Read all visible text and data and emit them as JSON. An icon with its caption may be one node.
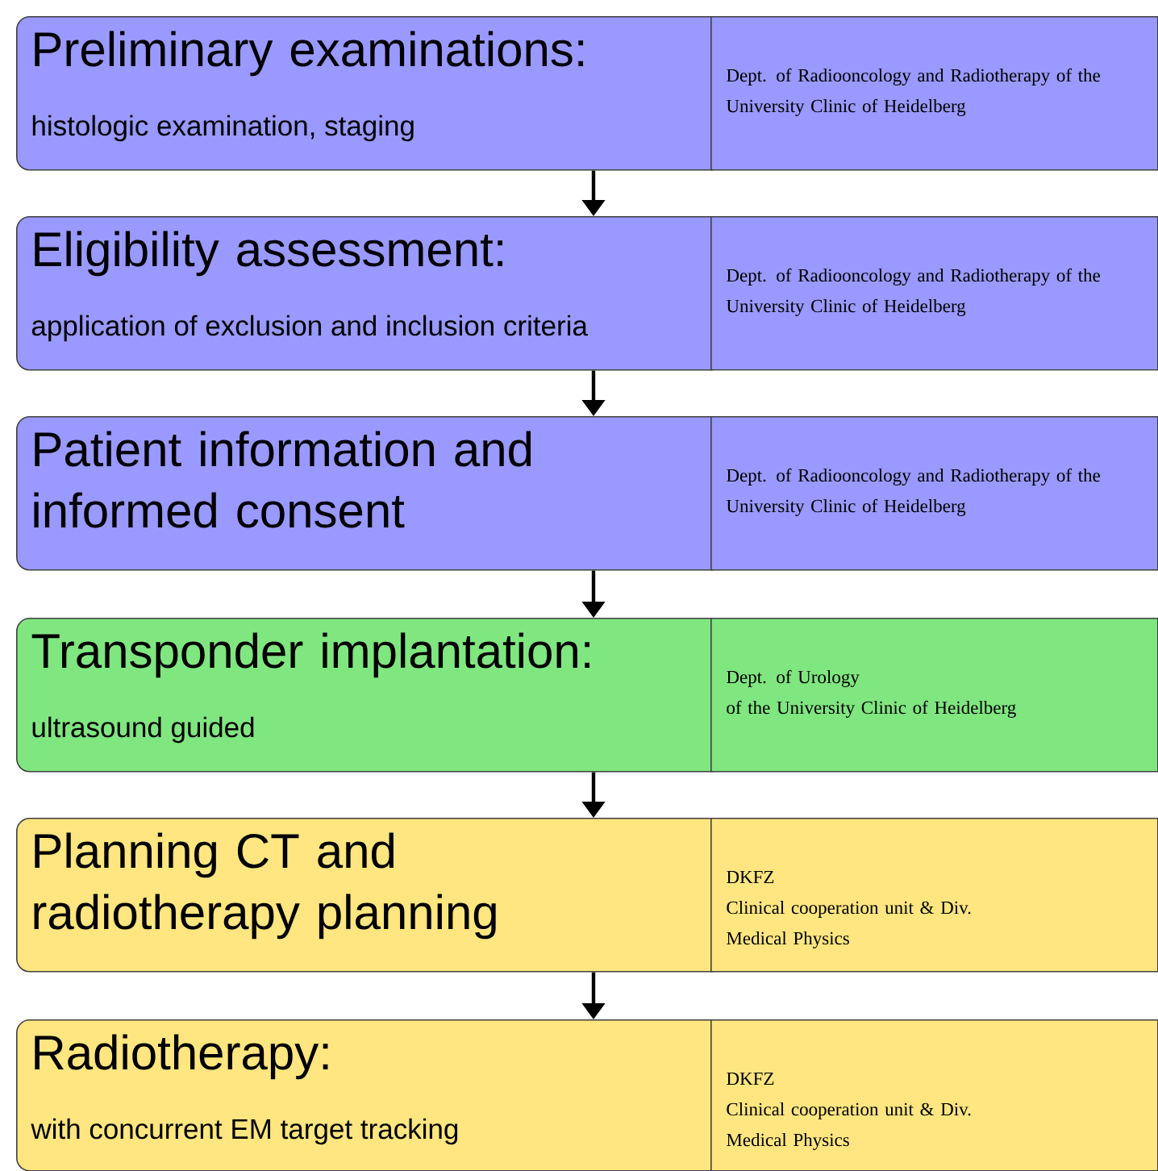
{
  "diagram": {
    "nodes": [
      {
        "text": [
          "Preliminary examinations:",
          "histologic examination, staging"
        ]
      },
      {
        "text": [
          "Dept. of Radiooncology and Radiotherapy of the University Clinic of Heidelberg"
        ]
      },
      {
        "text": [
          "Eligibility assessment:",
          "application of exclusion and inclusion criteria"
        ]
      },
      {
        "text": [
          "Dept. of Radiooncology and Radiotherapy of the University Clinic of Heidelberg"
        ]
      },
      {
        "text": [
          "Patient information and informed consent"
        ]
      },
      {
        "text": [
          "Dept. of Radiooncology and Radiotherapy of the University Clinic of Heidelberg"
        ]
      },
      {
        "text": [
          "Transponder implantation:",
          "ultrasound guided"
        ]
      },
      {
        "text": [
          "Dept. of Urology",
          "of the University Clinic of Heidelberg"
        ]
      },
      {
        "text": [
          "Planning CT and radiotherapy planning"
        ]
      },
      {
        "text": [
          "DKFZ",
          "Clinical cooperation unit & Div. Medical Physics"
        ]
      },
      {
        "text": [
          "Radiotherapy:",
          "with concurrent EM target tracking"
        ]
      },
      {
        "text": [
          "DKFZ",
          "Clinical cooperation unit & Div. Medical Physics"
        ]
      }
    ],
    "edges": [
      {
        "from": 0,
        "to": 2,
        "arrow": "to"
      },
      {
        "from": 2,
        "to": 4,
        "arrow": "to"
      },
      {
        "from": 4,
        "to": 6,
        "arrow": "to"
      },
      {
        "from": 6,
        "to": 8,
        "arrow": "to"
      },
      {
        "from": 8,
        "to": 10,
        "arrow": "to"
      }
    ]
  }
}
